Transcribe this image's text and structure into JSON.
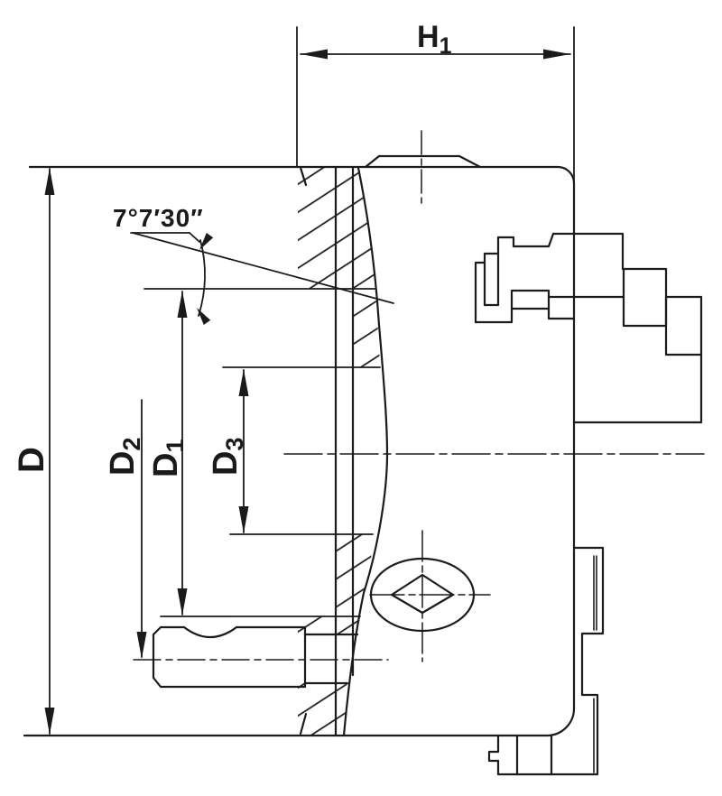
{
  "colors": {
    "line": "#1b1b1b",
    "background": "#ffffff"
  },
  "dimensions": {
    "h1": {
      "base": "H",
      "sub": "1"
    },
    "d": {
      "base": "D",
      "sub": ""
    },
    "d2": {
      "base": "D",
      "sub": "2"
    },
    "d1": {
      "base": "D",
      "sub": "1"
    },
    "d3": {
      "base": "D",
      "sub": "3"
    },
    "taper_angle": "7°7′30″"
  }
}
